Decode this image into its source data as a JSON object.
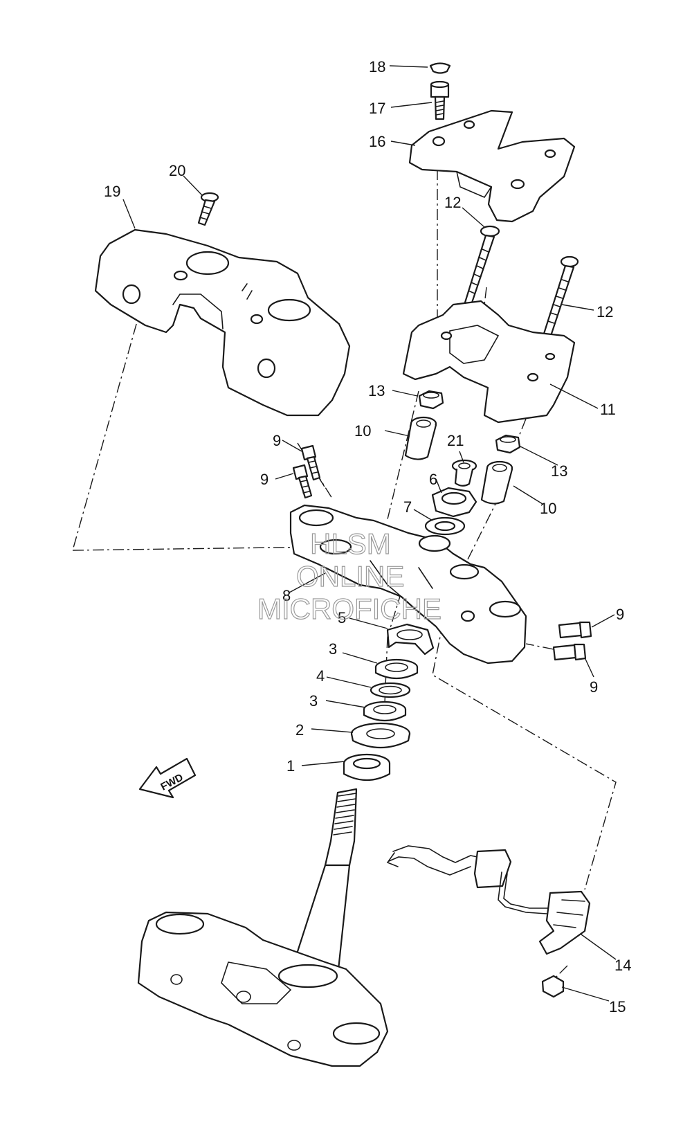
{
  "watermark": [
    "HLSM",
    "ONLINE",
    "MICROFICHE"
  ],
  "fwd_label": "FWD",
  "callouts": {
    "c1": "1",
    "c2": "2",
    "c3a": "3",
    "c3b": "3",
    "c4": "4",
    "c5": "5",
    "c6": "6",
    "c7": "7",
    "c8": "8",
    "c9a": "9",
    "c9b": "9",
    "c9c": "9",
    "c9d": "9",
    "c10a": "10",
    "c10b": "10",
    "c11": "11",
    "c12a": "12",
    "c12b": "12",
    "c13a": "13",
    "c13b": "13",
    "c14": "14",
    "c15": "15",
    "c16": "16",
    "c17": "17",
    "c18": "18",
    "c19": "19",
    "c20": "20",
    "c21": "21"
  }
}
